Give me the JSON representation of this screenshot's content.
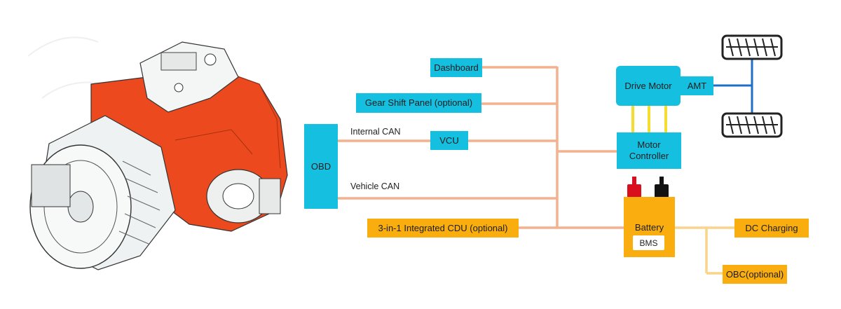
{
  "diagram": {
    "nodes": {
      "dashboard": "Dashboard",
      "gear_shift_panel": "Gear Shift Panel (optional)",
      "vcu": "VCU",
      "obd": "OBD",
      "cdu": "3-in-1 Integrated CDU (optional)",
      "drive_motor": "Drive Motor",
      "amt": "AMT",
      "motor_controller": "Motor\nController",
      "battery": "Battery",
      "bms": "BMS",
      "dc_charging": "DC Charging",
      "obc": "OBC(optional)"
    },
    "edge_labels": {
      "internal_can": "Internal CAN",
      "vehicle_can": "Vehicle CAN"
    },
    "colors": {
      "node_blue": "#15bfe0",
      "node_orange": "#f9ad0f",
      "can_line": "#f4b08f",
      "charge_line": "#f9d48a",
      "phase_line": "#f5dd2f",
      "axle_line": "#1e6fc8",
      "housing_red": "#ec4a1e",
      "motor_gray": "#eef0f0"
    },
    "illustration": "electric-drive-motor-with-amt-gearbox"
  }
}
